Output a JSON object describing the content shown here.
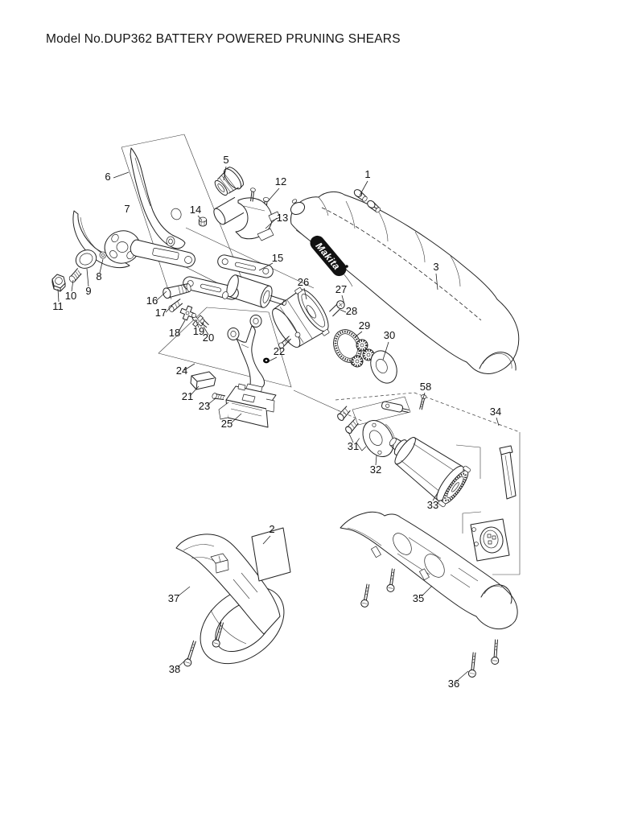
{
  "title": "Model No.DUP362 BATTERY POWERED PRUNING SHEARS",
  "brand": {
    "logo_text": "Makita"
  },
  "colors": {
    "background": "#ffffff",
    "ink": "#222222",
    "logo_bg": "#111111",
    "logo_text": "#ffffff"
  },
  "labels": {
    "n1": "1",
    "n2": "2",
    "n3": "3",
    "n5": "5",
    "n6": "6",
    "n7": "7",
    "n8": "8",
    "n9": "9",
    "n10": "10",
    "n11": "11",
    "n12": "12",
    "n13": "13",
    "n14": "14",
    "n15": "15",
    "n16": "16",
    "n17": "17",
    "n18": "18",
    "n19": "19",
    "n20": "20",
    "n21": "21",
    "n22": "22",
    "n23": "23",
    "n24": "24",
    "n25": "25",
    "n26": "26",
    "n27": "27",
    "n28": "28",
    "n29": "29",
    "n30": "30",
    "n31": "31",
    "n32": "32",
    "n33": "33",
    "n34": "34",
    "n35": "35",
    "n36": "36",
    "n37": "37",
    "n38": "38",
    "n58": "58"
  }
}
